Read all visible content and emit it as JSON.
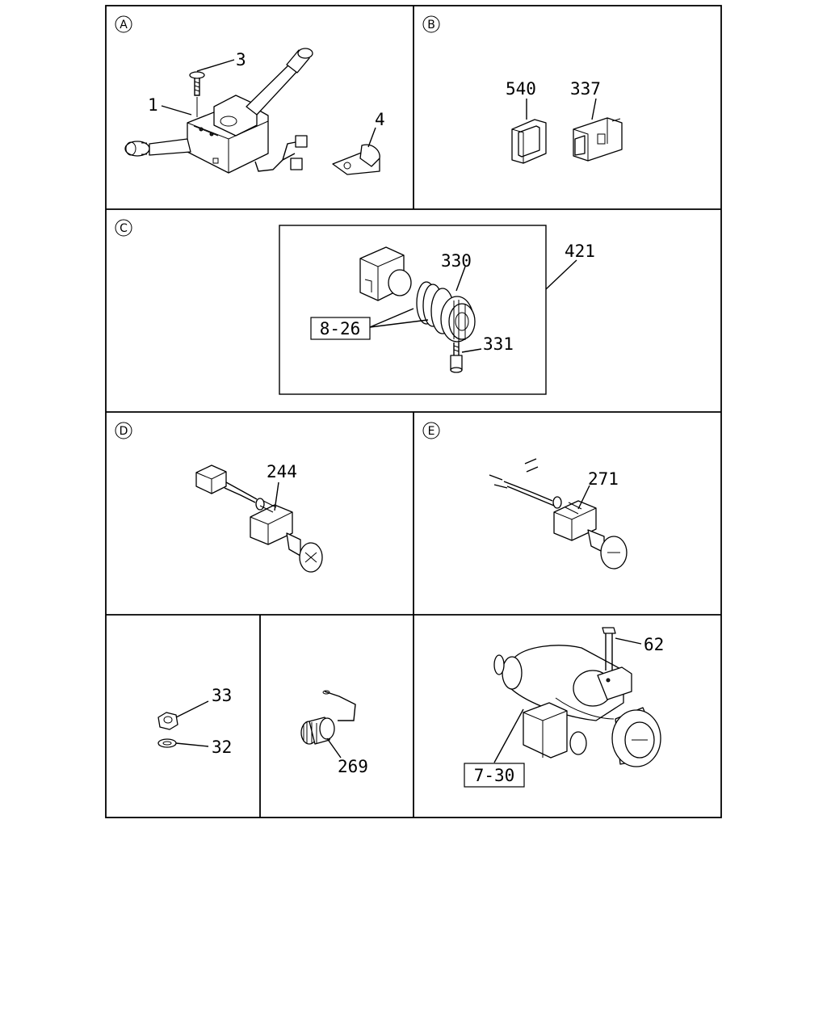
{
  "panels": {
    "A": {
      "marker": "A",
      "callouts": {
        "stalk_switch": "1",
        "screw": "3",
        "bracket": "4"
      }
    },
    "B": {
      "marker": "B",
      "callouts": {
        "bezel": "540",
        "switch": "337"
      }
    },
    "C": {
      "marker": "C",
      "callouts": {
        "assembly": "421",
        "knob": "330",
        "screw": "331",
        "ref_box": "8-26"
      }
    },
    "D": {
      "marker": "D",
      "callouts": {
        "switch": "244"
      }
    },
    "E": {
      "marker": "E",
      "callouts": {
        "switch": "271"
      }
    },
    "F": {
      "callouts": {
        "nut": "33",
        "washer": "32"
      }
    },
    "G": {
      "callouts": {
        "sensor": "269"
      }
    },
    "H": {
      "callouts": {
        "bolt": "62",
        "ref_box": "7-30"
      }
    }
  }
}
